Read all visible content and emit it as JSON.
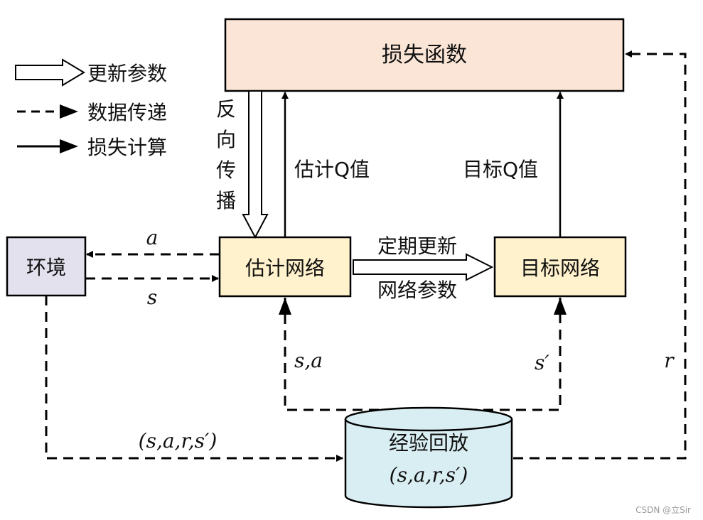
{
  "legend": {
    "update_params": "更新参数",
    "data_transfer": "数据传递",
    "loss_calc": "损失计算"
  },
  "boxes": {
    "loss_function": "损失函数",
    "environment": "环境",
    "estimate_net": "估计网络",
    "target_net": "目标网络",
    "replay_title": "经验回放",
    "replay_tuple": "(s,a,r,s′)"
  },
  "labels": {
    "backprop": [
      "反",
      "向",
      "传",
      "播"
    ],
    "estimate_q": "估计Q值",
    "target_q": "目标Q值",
    "periodic_update_line1": "定期更新",
    "periodic_update_line2": "网络参数",
    "action": "a",
    "state": "s",
    "state_action": "s,a",
    "next_state": "s′",
    "reward": "r",
    "transition": "(s,a,r,s′)"
  },
  "colors": {
    "loss_box_fill": "#fbe5d6",
    "env_box_fill": "#e4e1ee",
    "net_box_fill": "#fff2cc",
    "replay_fill": "#d9eef3",
    "stroke": "#000000"
  },
  "watermark": "CSDN @立Sir"
}
